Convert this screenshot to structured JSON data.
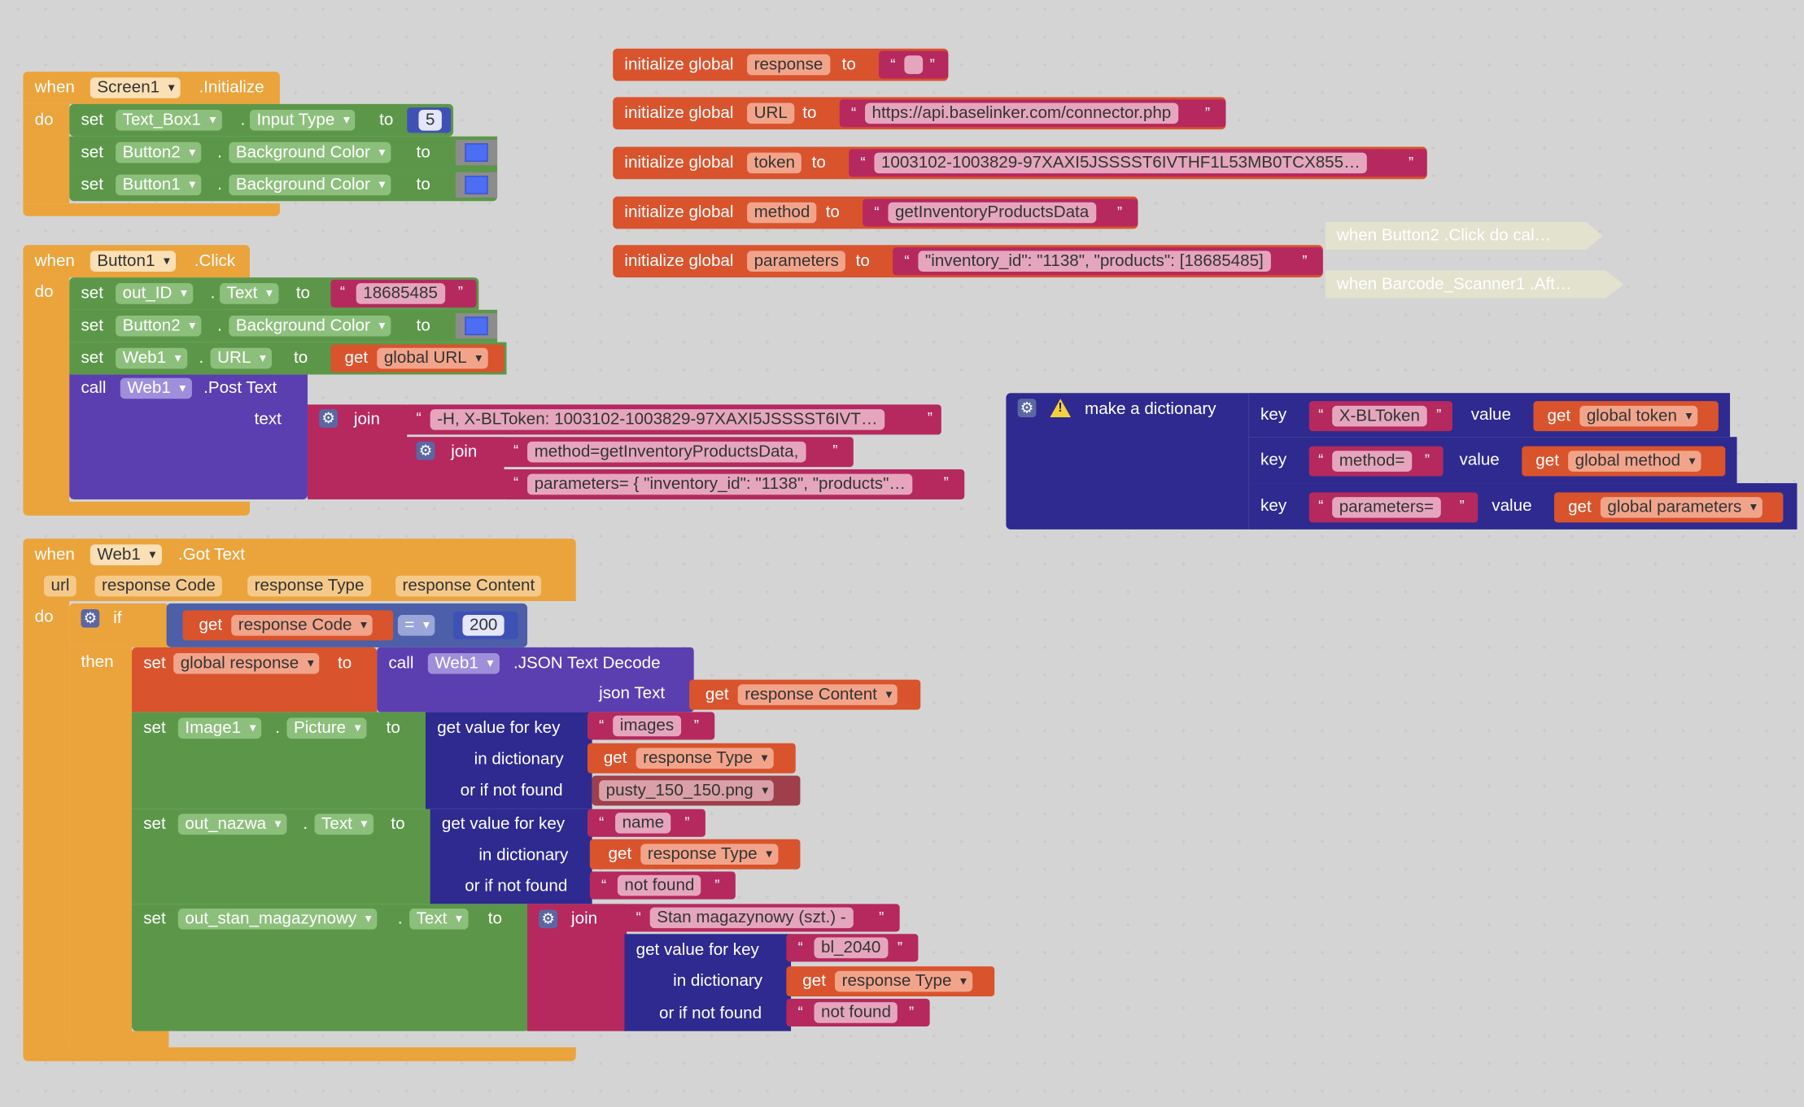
{
  "k": {
    "when": "when",
    "do": "do",
    "then": "then",
    "set": "set",
    "to": "to",
    "get": "get",
    "call": "call",
    "join": "join",
    "if": "if",
    "dot": ".",
    "text": "text",
    "key": "key",
    "value": "value",
    "url": "url",
    "json_text": "json Text",
    "gvk": "get value for key",
    "in_dict": "in dictionary",
    "ifnf": "or if not found",
    "ig": "initialize global",
    "make_dict": "make a dictionary"
  },
  "screen_init": {
    "comp": "Screen1",
    "event": ".Initialize",
    "rows": [
      {
        "comp": "Text_Box1",
        "prop": "Input Type",
        "value": "5"
      },
      {
        "comp": "Button2",
        "prop": "Background Color",
        "color": "#4c6ef5"
      },
      {
        "comp": "Button1",
        "prop": "Background Color",
        "color": "#4c6ef5"
      }
    ]
  },
  "button1_click": {
    "comp": "Button1",
    "event": ".Click",
    "rows": [
      {
        "comp": "out_ID",
        "prop": "Text",
        "value": "18685485"
      },
      {
        "comp": "Button2",
        "prop": "Background Color",
        "color": "#4c6ef5"
      },
      {
        "comp": "Web1",
        "prop": "URL",
        "value": "global URL"
      }
    ],
    "call_comp": "Web1",
    "call_method": ".Post Text",
    "str1": "-H, X-BLToken: 1003102-1003829-97XAXI5JSSSST6IVT…",
    "str2": "method=getInventoryProductsData,",
    "str3": "parameters= { \"inventory_id\": \"1138\", \"products\"…"
  },
  "globals": [
    {
      "name": "response",
      "value": ""
    },
    {
      "name": "URL",
      "value": "https://api.baselinker.com/connector.php"
    },
    {
      "name": "token",
      "value": "1003102-1003829-97XAXI5JSSSST6IVTHF1L53MB0TCX855…"
    },
    {
      "name": "method",
      "value": "getInventoryProductsData"
    },
    {
      "name": "parameters",
      "value": "\"inventory_id\": \"1138\", \"products\": [18685485]"
    }
  ],
  "collapsed": [
    "when  Button2 .Click do cal…",
    "when  Barcode_Scanner1 .Aft…"
  ],
  "dict": {
    "entries": [
      {
        "key": "X-BLToken",
        "value": "global token"
      },
      {
        "key": "method=",
        "value": "global method"
      },
      {
        "key": "parameters=",
        "value": "global parameters"
      }
    ]
  },
  "web1_gottext": {
    "comp": "Web1",
    "event": ".Got Text",
    "params": [
      "url",
      "response Code",
      "response Type",
      "response Content"
    ],
    "cond_get": "response Code",
    "op": "=",
    "cond_val": "200",
    "set_global": "global response",
    "json_comp": "Web1",
    "json_method": ".JSON Text Decode",
    "json_get": "response Content",
    "img": {
      "comp": "Image1",
      "prop": "Picture",
      "key": "images",
      "dict": "response Type",
      "notfound": "pusty_150_150.png"
    },
    "nazwa": {
      "comp": "out_nazwa",
      "prop": "Text",
      "key": "name",
      "dict": "response Type",
      "notfound": "not found"
    },
    "stan": {
      "comp": "out_stan_magazynowy",
      "prop": "Text",
      "prefix": "Stan magazynowy (szt.)  -  ",
      "key": "bl_2040",
      "dict": "response Type",
      "notfound": "not found"
    }
  },
  "colors": {
    "event": "#eba33c",
    "green": "#5c9749",
    "purple": "#5b3fb0",
    "magenta": "#b5295e",
    "orange": "#d9532d",
    "dict": "#2e2a8f",
    "control": "#4c5fa8",
    "collapsed": "#e2e2cf"
  }
}
